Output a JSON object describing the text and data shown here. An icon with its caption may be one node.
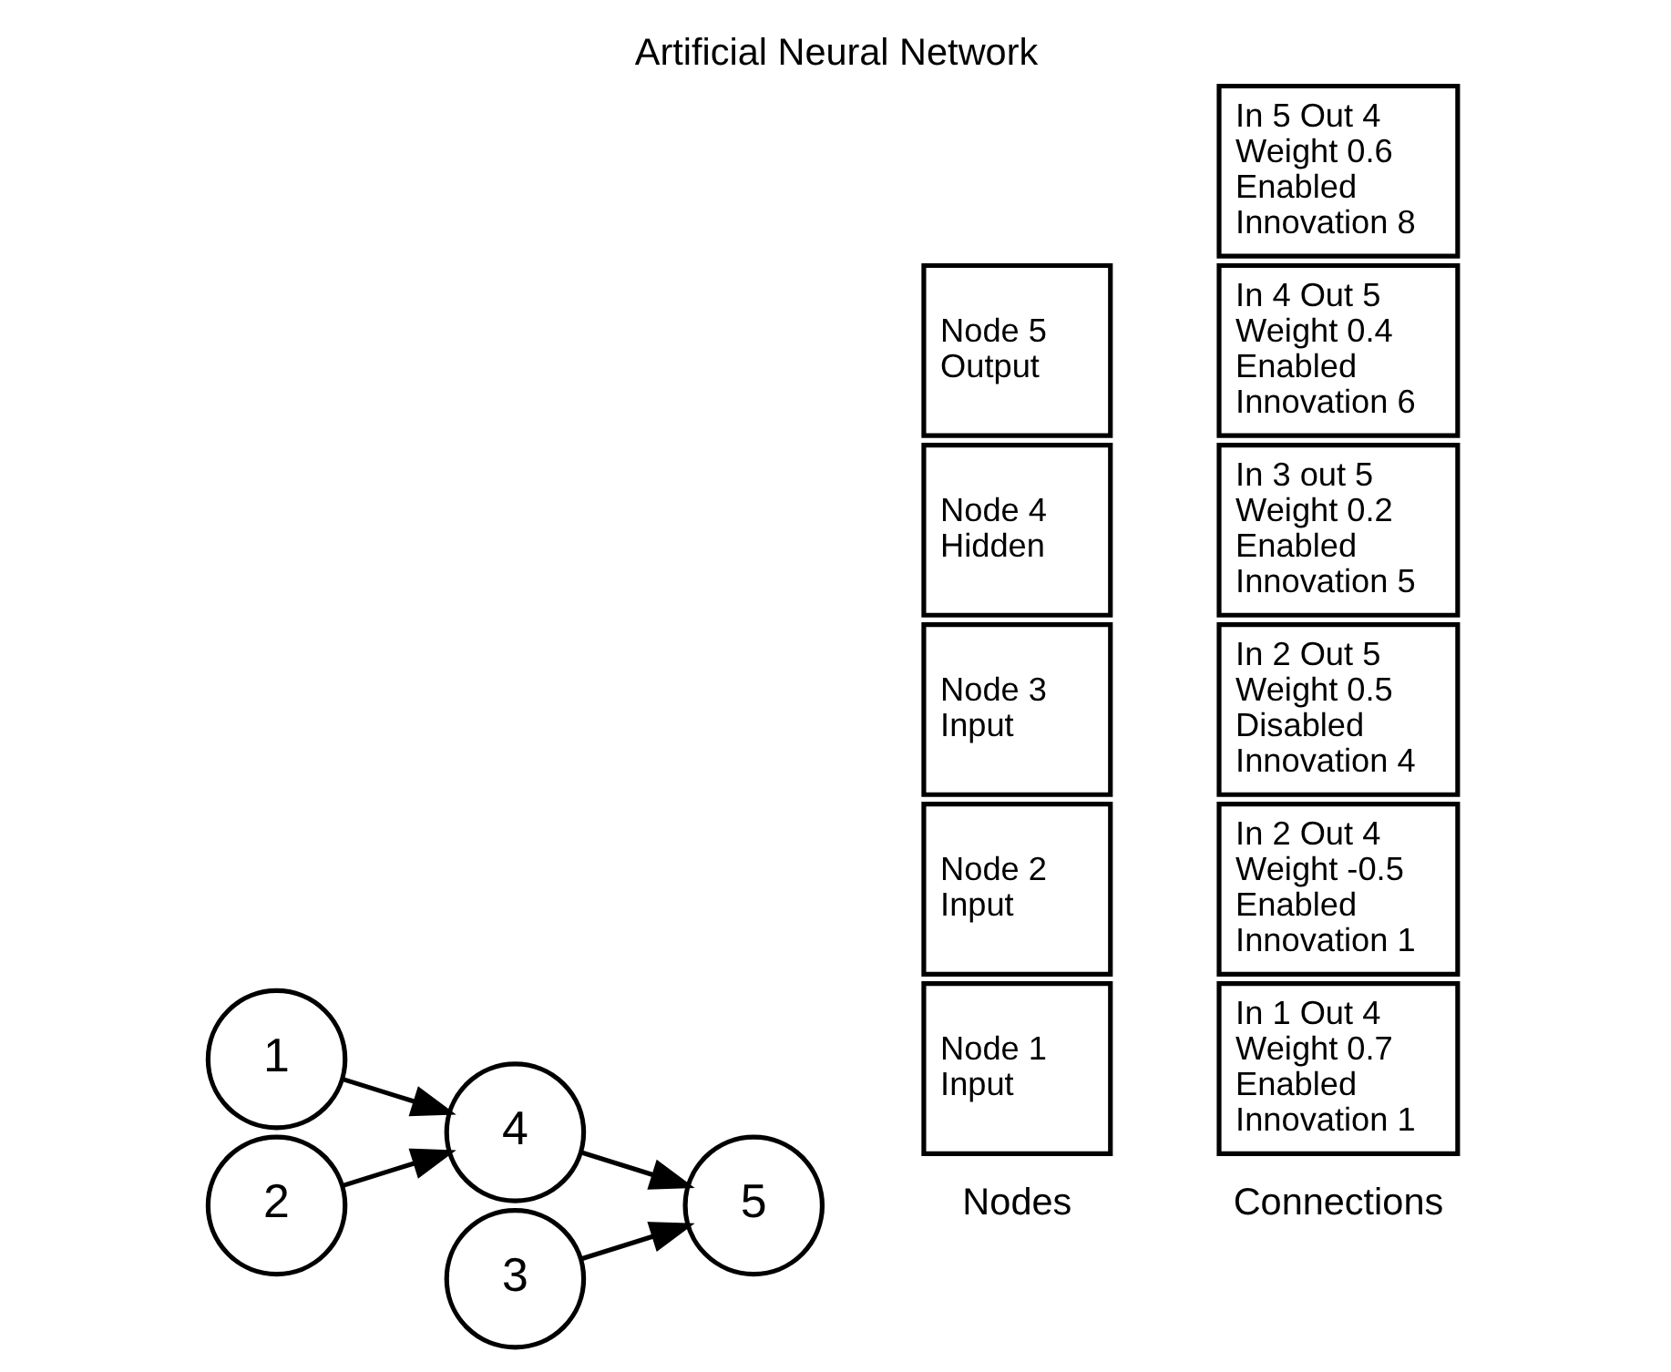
{
  "diagram": {
    "title": "Artificial Neural Network",
    "nodes": [
      {
        "text": [
          "1"
        ]
      },
      {
        "text": [
          "2"
        ]
      },
      {
        "text": [
          "3"
        ]
      },
      {
        "text": [
          "4"
        ]
      },
      {
        "text": [
          "5"
        ]
      },
      {
        "text": [
          "Node 1 Input"
        ]
      },
      {
        "text": [
          "Node 2 Input"
        ]
      },
      {
        "text": [
          "Node 3 Input"
        ]
      },
      {
        "text": [
          "Node 4 Hidden"
        ]
      },
      {
        "text": [
          "Node 5 Output"
        ]
      },
      {
        "text": [
          "In 1 Out 4 Weight 0.7 Enabled Innovation 1"
        ]
      },
      {
        "text": [
          "In 2 Out 4 Weight -0.5 Enabled Innovation 1"
        ]
      },
      {
        "text": [
          "In 2 Out 5 Weight 0.5 Disabled Innovation 4"
        ]
      },
      {
        "text": [
          "In 3 out 5 Weight 0.2 Enabled Innovation 5"
        ]
      },
      {
        "text": [
          "In 4 Out 5 Weight 0.4 Enabled Innovation 6"
        ]
      },
      {
        "text": [
          "In 5 Out 4 Weight 0.6 Enabled Innovation 8"
        ]
      }
    ],
    "edges": [
      {
        "from": 0,
        "to": 3,
        "arrow": "to"
      },
      {
        "from": 1,
        "to": 3,
        "arrow": "to"
      },
      {
        "from": 3,
        "to": 4,
        "arrow": "to"
      },
      {
        "from": 2,
        "to": 4,
        "arrow": "to"
      }
    ],
    "labels": [
      "Nodes",
      "Connections"
    ]
  }
}
